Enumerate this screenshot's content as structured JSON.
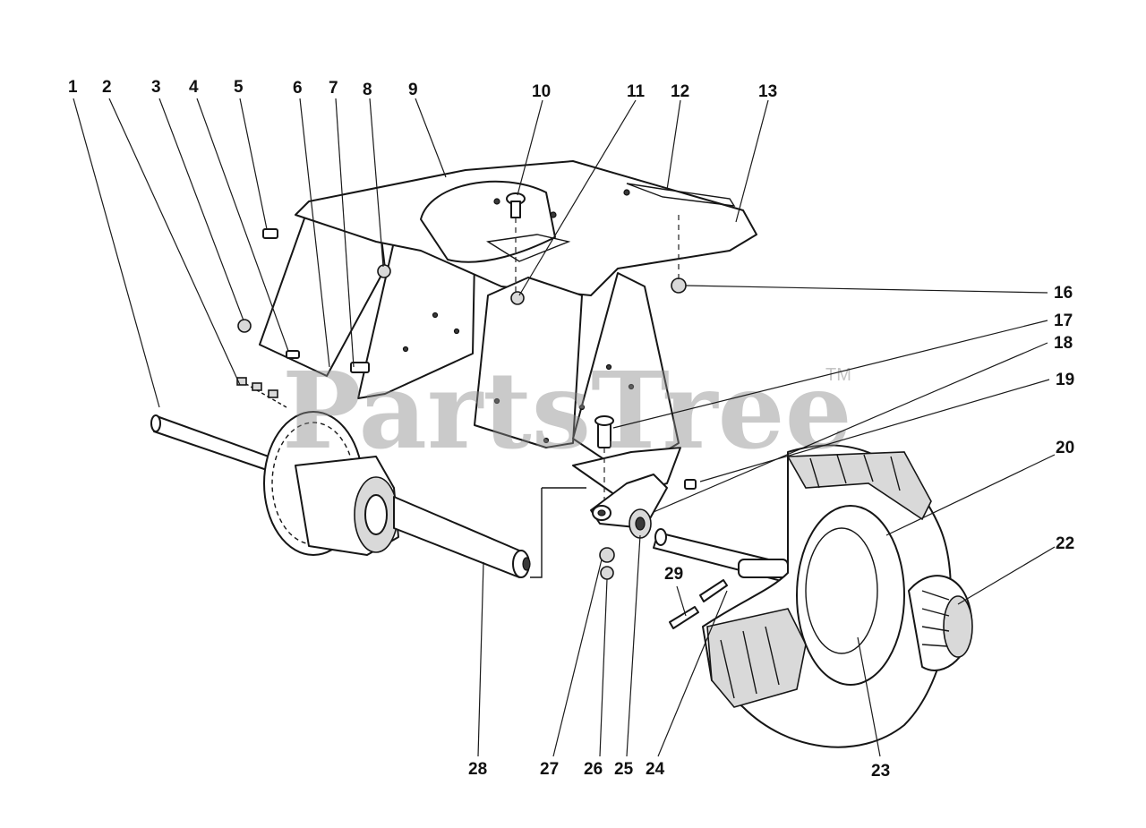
{
  "diagram": {
    "watermark": {
      "text": "PartsTree",
      "trademark": "TM"
    },
    "callouts": [
      {
        "label": "1"
      },
      {
        "label": "2"
      },
      {
        "label": "3"
      },
      {
        "label": "4"
      },
      {
        "label": "5"
      },
      {
        "label": "6"
      },
      {
        "label": "7"
      },
      {
        "label": "8"
      },
      {
        "label": "9"
      },
      {
        "label": "10"
      },
      {
        "label": "11"
      },
      {
        "label": "12"
      },
      {
        "label": "13"
      },
      {
        "label": "16"
      },
      {
        "label": "17"
      },
      {
        "label": "18"
      },
      {
        "label": "19"
      },
      {
        "label": "20"
      },
      {
        "label": "22"
      },
      {
        "label": "23"
      },
      {
        "label": "24"
      },
      {
        "label": "25"
      },
      {
        "label": "26"
      },
      {
        "label": "27"
      },
      {
        "label": "28"
      },
      {
        "label": "29"
      }
    ]
  }
}
